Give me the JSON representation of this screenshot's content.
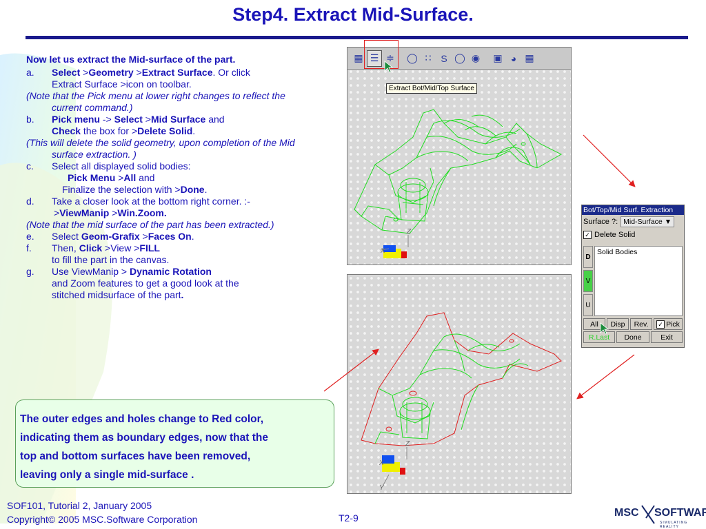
{
  "slide": {
    "title": "Step4. Extract Mid-Surface.",
    "page_number": "T2-9"
  },
  "instructions": {
    "heading": "Now let us extract the Mid-surface of the part.",
    "a": {
      "label": "a.",
      "select": "Select",
      "sep1": " >",
      "geometry": "Geometry",
      "sep2": " >",
      "extract_surface": "Extract Surface",
      "rest1": ". Or click",
      "rest2": "Extract Surface >icon on toolbar."
    },
    "note1": {
      "open": "(",
      "text": "Note that the Pick menu at lower right changes to reflect the current command.",
      "close": ")"
    },
    "b": {
      "label": "b.",
      "pick_menu": "Pick menu",
      "sep1": " -> ",
      "select": "Select",
      "sep2": " >",
      "mid_surface": "Mid Surface",
      "and": " and",
      "check": "Check",
      "box_for": " the box for >",
      "delete_solid": "Delete Solid",
      "period": "."
    },
    "note2": {
      "text": "(This will delete the solid geometry, upon completion of the Mid surface extraction.",
      "close": " )"
    },
    "c": {
      "label": "c.",
      "text": "Select all displayed solid bodies:",
      "pick_menu": "Pick Menu",
      "sep": " >",
      "all": "All",
      "and": " and",
      "finalize": "Finalize the selection with >",
      "done": "Done",
      "period": "."
    },
    "d": {
      "label": "d.",
      "text": "Take a closer look at the bottom right corner. :-",
      "sep1": ">",
      "viewmanip": "ViewManip",
      "sep2": " >",
      "winzoom": "Win.Zoom."
    },
    "note3": {
      "text": "(Note that the mid surface of the part has been extracted.)"
    },
    "e": {
      "label": "e.",
      "select": "Select  ",
      "geom_grafix": "Geom-Grafix",
      "sep": "  >",
      "faces_on": "Faces On",
      "period": "."
    },
    "f": {
      "label": "f.",
      "then": "Then,  ",
      "click": "Click",
      "view": "  >View >",
      "fill": "FILL",
      "rest": "to fill the part in the canvas."
    },
    "g": {
      "label": "g.",
      "text": "Use ViewManip > ",
      "dynamic_rotation": "Dynamic Rotation",
      "rest1": "and Zoom features to get a good look at the",
      "rest2": "stitched   midsurface of the part",
      "period": "."
    }
  },
  "tooltip": "Extract Bot/Mid/Top Surface",
  "panel": {
    "title": "Bot/Top/Mid Surf. Extraction",
    "surface_label": "Surface ?:",
    "surface_value": "Mid-Surface",
    "delete_solid_label": "Delete Solid",
    "delete_solid_checked": "✓",
    "list_header": "Solid Bodies",
    "tabs": [
      "D",
      "V",
      "U"
    ],
    "buttons": {
      "all": "All",
      "disp": "Disp",
      "rev": "Rev.",
      "pick": "Pick",
      "pick_checked": "✓",
      "r_last": "R.Last",
      "done": "Done",
      "exit": "Exit"
    }
  },
  "callout": {
    "line1": "The outer edges and holes change to Red color,",
    "line2": " indicating them as boundary edges, now that the",
    "line3": " top and bottom surfaces have been removed,",
    "line4": "leaving only a single mid-surface ."
  },
  "footer": {
    "line1": "SOF101, Tutorial 2, January 2005",
    "line2": "Copyright© 2005 MSC.Software Corporation"
  },
  "logo": {
    "part1": "MSC",
    "part2": "SOFTWARE",
    "tagline": "SIMULATING REALITY"
  },
  "axes": {
    "z": "Z",
    "x": "X",
    "y": "Y"
  },
  "colors": {
    "text_blue": "#1a14b8",
    "title_rule": "#1a1a8c",
    "mesh_green": "#22dd22",
    "boundary_red": "#e02020",
    "callout_bg": "#e8ffe8"
  },
  "icons": [
    "extract-surface-icon",
    "mid-surface-icon",
    "layer-icon",
    "surface-icon",
    "grid-icon",
    "curve-icon",
    "solid-icon",
    "cylinder-icon",
    "shade-icon",
    "view-icon",
    "box-icon"
  ]
}
